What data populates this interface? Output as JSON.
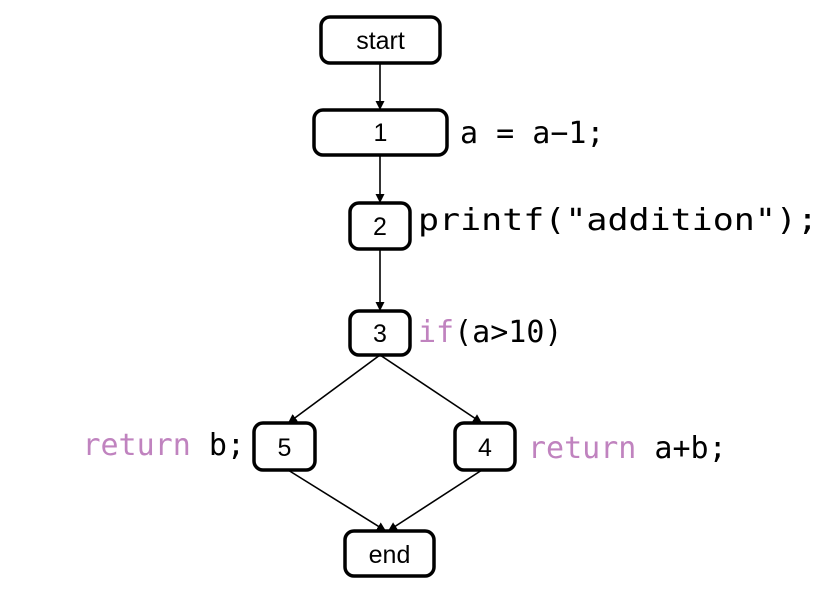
{
  "colors": {
    "keyword": "#c083bf",
    "text": "#000000",
    "border": "#000000"
  },
  "nodes": {
    "start": {
      "label": "start"
    },
    "n1": {
      "label": "1"
    },
    "n2": {
      "label": "2"
    },
    "n3": {
      "label": "3"
    },
    "n4": {
      "label": "4"
    },
    "n5": {
      "label": "5"
    },
    "end": {
      "label": "end"
    }
  },
  "code": {
    "n1": {
      "text": "a = a−1;"
    },
    "n2": {
      "text": "printf(\"addition\");"
    },
    "n3": {
      "keyword": "if",
      "rest": "(a>10)"
    },
    "n4": {
      "keyword": "return",
      "rest": " a+b;"
    },
    "n5": {
      "keyword": "return",
      "rest": " b;"
    }
  }
}
